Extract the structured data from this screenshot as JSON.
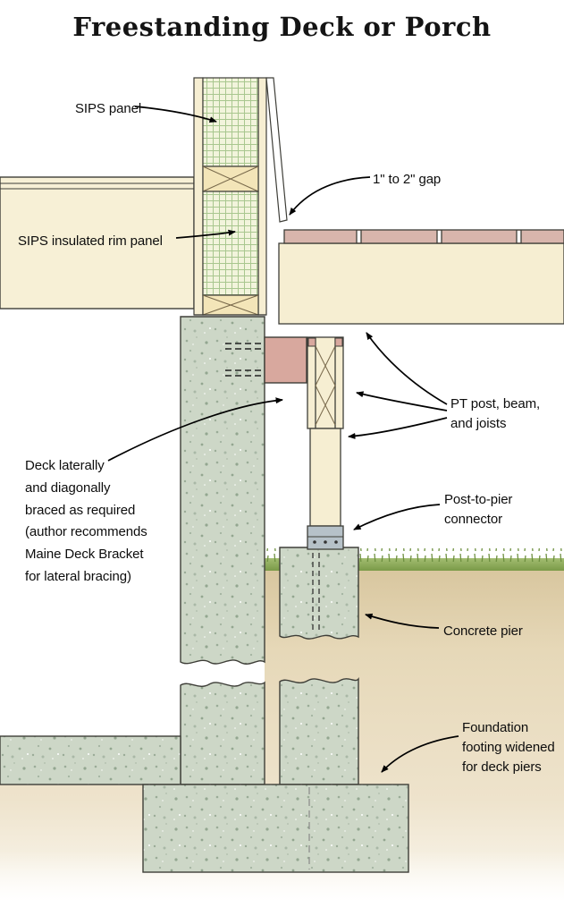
{
  "title": "Freestanding Deck or Porch",
  "labels": {
    "sips_panel": "SIPS panel",
    "gap": "1\" to 2\" gap",
    "rim_panel": "SIPS insulated rim panel",
    "pt_post": "PT post, beam,\nand joists",
    "bracing": "Deck laterally\nand diagonally\nbraced as required\n(author recommends\nMaine Deck Bracket\nfor lateral bracing)",
    "connector": "Post-to-pier\nconnector",
    "pier": "Concrete pier",
    "footing": "Foundation\nfooting widened\nfor deck piers"
  },
  "colors": {
    "concrete_base": "#cdd7c7",
    "sips_core": "#f2f4dc",
    "wood_cream": "#f6eed2",
    "floor_cream": "#f7f0d6",
    "wood_block": "#f3e5b8",
    "deck_board": "#d8b5ac",
    "beam_bracket": "#d8a89e",
    "connector_metal": "#b6c1c8",
    "grass": "#87a452",
    "soil": "#e6d8b8",
    "outline": "#3e3e38"
  }
}
